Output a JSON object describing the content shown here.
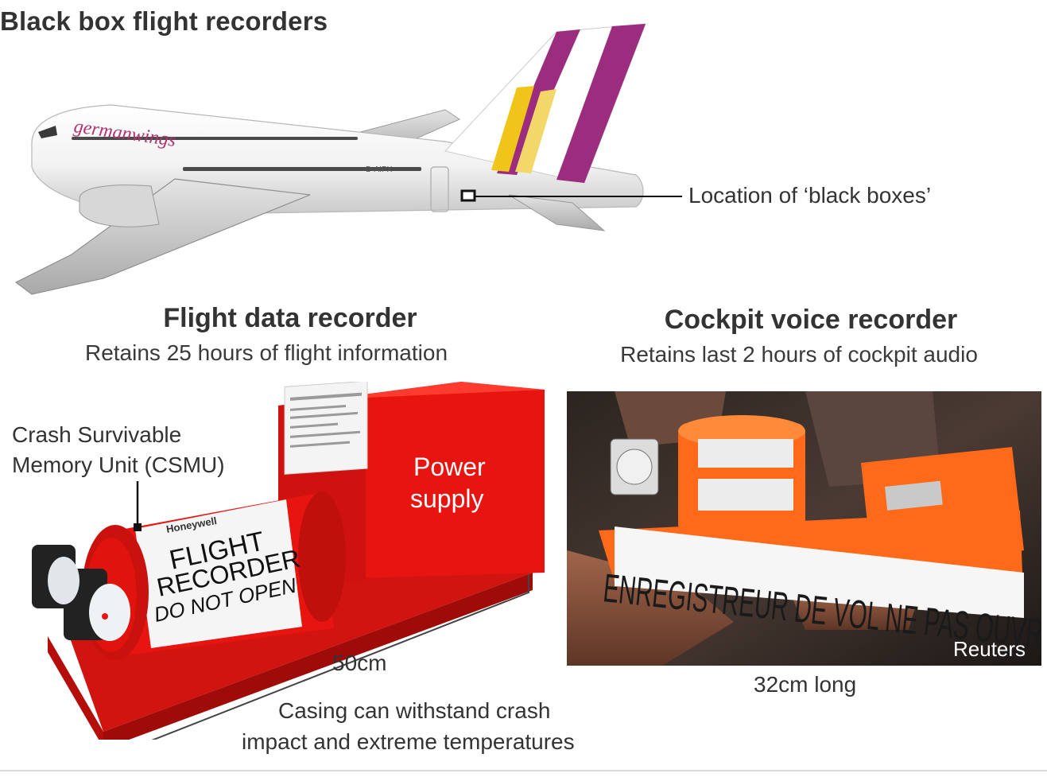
{
  "header": {
    "title": "Black box flight recorders"
  },
  "plane": {
    "livery_text": "germanwings",
    "registration": "D-AIPX",
    "callout_label": "Location of ‘black boxes’"
  },
  "fdr": {
    "title": "Flight data recorder",
    "subtitle": "Retains 25 hours of flight information",
    "csmu_label_line1": "Crash Survivable",
    "csmu_label_line2": "Memory Unit (CSMU)",
    "power_label_line1": "Power",
    "power_label_line2": "supply",
    "cylinder_text_line1": "FLIGHT",
    "cylinder_text_line2": "RECORDER",
    "cylinder_text_line3": "DO NOT OPEN",
    "brand": "Honeywell",
    "length": "50cm",
    "casing_line1": "Casing can withstand crash",
    "casing_line2": "impact and extreme temperatures"
  },
  "cvr": {
    "title": "Cockpit voice recorder",
    "subtitle": "Retains last 2 hours of cockpit audio",
    "strip_text": "ENREGISTREUR DE VOL NE PAS OUVRIR",
    "credit": "Reuters",
    "length": "32cm long"
  },
  "colors": {
    "red": "#e8140f",
    "red_dark": "#b50d0a",
    "orange": "#ff6a1a",
    "livery_purple": "#9c2d7e",
    "livery_yellow": "#f0c419"
  }
}
